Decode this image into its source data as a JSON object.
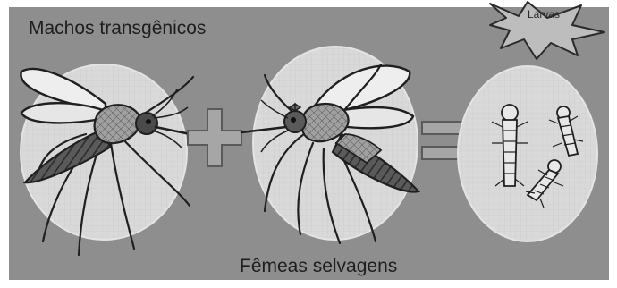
{
  "labels": {
    "males": "Machos transgênicos",
    "females": "Fêmeas selvagens",
    "larvae": "Larvas"
  },
  "symbols": {
    "plus": "plus-sign",
    "equals": "equals-sign"
  },
  "colors": {
    "background": "#8c8c8c",
    "circle": "#dadada",
    "ink": "#1f1f1f",
    "body_dark": "#4a4a4a",
    "body_mid": "#9a9a9a",
    "larva": "#e8e8e8"
  }
}
